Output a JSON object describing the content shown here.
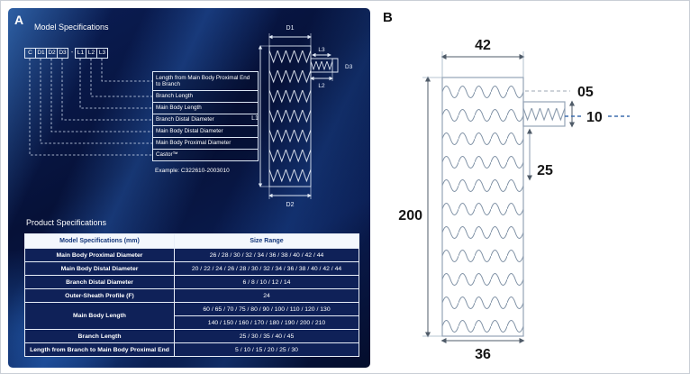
{
  "panelA": {
    "label": "A",
    "title": "Model Specifications",
    "codes": {
      "c": "C",
      "d1": "D1",
      "d2": "D2",
      "d3": "D3",
      "sep": "-",
      "l1": "L1",
      "l2": "L2",
      "l3": "L3"
    },
    "legend": [
      "Length from Main Body Proximal End to Branch",
      "Branch Length",
      "Main Body Length",
      "Branch Distal Diameter",
      "Main Body Distal Diameter",
      "Main Body Proximal Diameter",
      "Castor™"
    ],
    "example": "Example: C322610-2003010",
    "product_title": "Product Specifications",
    "table": {
      "headers": [
        "Model Specifications (mm)",
        "Size Range"
      ],
      "rows": [
        {
          "label": "Main Body Proximal Diameter",
          "values": [
            "26 / 28 / 30 / 32 / 34 / 36 / 38 / 40 / 42 / 44"
          ]
        },
        {
          "label": "Main Body Distal Diameter",
          "values": [
            "20 / 22 / 24 / 26 / 28 / 30 / 32 / 34 / 36 / 38 / 40 / 42 / 44"
          ]
        },
        {
          "label": "Branch Distal Diameter",
          "values": [
            "6 / 8 / 10 / 12 / 14"
          ]
        },
        {
          "label": "Outer-Sheath Profile (F)",
          "values": [
            "24"
          ]
        },
        {
          "label": "Main Body Length",
          "values": [
            "60 / 65 / 70 / 75 / 80 / 90 / 100 / 110 / 120 / 130",
            "140 / 150 / 160 / 170 / 180 / 190 / 200 / 210"
          ]
        },
        {
          "label": "Branch Length",
          "values": [
            "25 / 30 / 35 / 40 / 45"
          ]
        },
        {
          "label": "Length from Branch to Main Body Proximal End",
          "values": [
            "5 / 10 / 15 / 20 / 25 / 30"
          ]
        }
      ]
    }
  },
  "panelB": {
    "label": "B",
    "dims": {
      "top_width": "42",
      "proximal_offset": "05",
      "branch_diameter": "10",
      "branch_length": "25",
      "body_length": "200",
      "bottom_width": "36"
    }
  },
  "colors": {
    "panel_bg": "#081643",
    "table_header_text": "#12357a",
    "dashed_blue": "#3f6fae",
    "stent_stroke_b": "#7e90a4"
  }
}
